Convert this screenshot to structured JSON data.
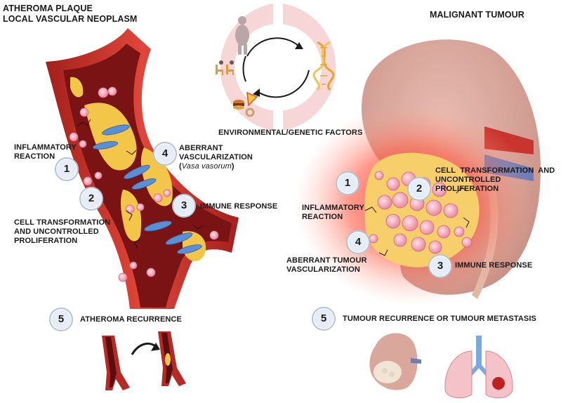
{
  "left": {
    "title_line1": "ATHEROMA PLAQUE",
    "title_line2": "LOCAL VASCULAR NEOPLASM",
    "steps": [
      {
        "number": "1",
        "label_line1": "INFLAMMATORY",
        "label_line2": "REACTION"
      },
      {
        "number": "2",
        "label_line1": "CELL TRANSFORMATION",
        "label_line2": "AND UNCONTROLLED",
        "label_line3": "PROLIFERATION"
      },
      {
        "number": "3",
        "label_line1": "IMMUNE RESPONSE"
      },
      {
        "number": "4",
        "label_line1": "ABERRANT",
        "label_line2": "VASCULARIZATION",
        "label_italic": "Vasa vasorum"
      },
      {
        "number": "5",
        "label_line1": "ATHEROMA RECURRENCE"
      }
    ]
  },
  "center": {
    "label": "ENVIRONMENTAL/GENETIC FACTORS",
    "icons": [
      "person-icon",
      "sedentary-chairs-icon",
      "fast-food-icon",
      "dna-icon",
      "cycle-arrows-icon"
    ]
  },
  "right": {
    "title": "MALIGNANT TUMOUR",
    "steps": [
      {
        "number": "1",
        "label_line1": "INFLAMMATORY",
        "label_line2": "REACTION"
      },
      {
        "number": "2",
        "label_line1": "CELL  TRANSFORMATION  AND",
        "label_line2": "UNCONTROLLED",
        "label_line3": "PROLIFERATION"
      },
      {
        "number": "3",
        "label_line1": "IMMUNE RESPONSE"
      },
      {
        "number": "4",
        "label_line1": "ABERRANT TUMOUR",
        "label_line2": "VASCULARIZATION"
      },
      {
        "number": "5",
        "label_line1": "TUMOUR RECURRENCE OR TUMOUR METASTASIS"
      }
    ]
  },
  "colors": {
    "vessel_wall": "#c9302c",
    "vessel_lumen": "#7a1414",
    "plaque": "#f3c64a",
    "factors_bg": "#f6d6d6",
    "kidney": "#d9a79c",
    "tumour_glow": "#f24a3c",
    "badge_fill": "#e7edf6",
    "badge_border": "#b3c3dc"
  }
}
